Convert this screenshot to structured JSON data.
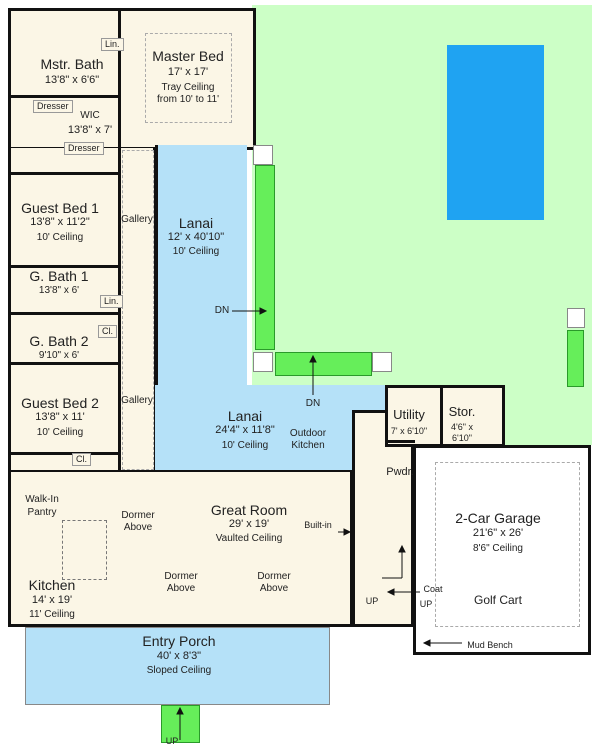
{
  "plan": {
    "colors": {
      "interior": "#fbf6e6",
      "covered_outdoor": "#b5e1f8",
      "lawn": "#ccffc6",
      "pool": "#1fa3f2",
      "steps": "#66ee5a",
      "walls": "#111111"
    },
    "rooms": {
      "master_bed": {
        "name": "Master Bed",
        "dims": "17' x 17'",
        "ceiling": "Tray Ceiling",
        "ceiling2": "from 10' to 11'"
      },
      "master_bath": {
        "name": "Mstr. Bath",
        "dims": "13'8\" x 6'6\""
      },
      "wic": {
        "name": "WIC",
        "dims": "13'8\" x 7'"
      },
      "guest_bed_1": {
        "name": "Guest Bed 1",
        "dims": "13'8\" x 11'2\"",
        "ceiling": "10' Ceiling"
      },
      "g_bath_1": {
        "name": "G. Bath 1",
        "dims": "13'8\" x 6'"
      },
      "g_bath_2": {
        "name": "G. Bath 2",
        "dims": "9'10\" x 6'"
      },
      "guest_bed_2": {
        "name": "Guest Bed 2",
        "dims": "13'8\" x 11'",
        "ceiling": "10' Ceiling"
      },
      "lanai_upper": {
        "name": "Lanai",
        "dims": "12' x 40'10\"",
        "ceiling": "10' Ceiling"
      },
      "lanai_lower": {
        "name": "Lanai",
        "dims": "24'4\" x 11'8\"",
        "ceiling": "10' Ceiling"
      },
      "outdoor_kitchen": {
        "name": "Outdoor",
        "name2": "Kitchen"
      },
      "utility": {
        "name": "Utility",
        "dims": "7' x 6'10\""
      },
      "stor": {
        "name": "Stor.",
        "dims": "4'6\" x",
        "dims2": "6'10\""
      },
      "pwdr": {
        "name": "Pwdr."
      },
      "great_room": {
        "name": "Great Room",
        "dims": "29' x 19'",
        "ceiling": "Vaulted Ceiling"
      },
      "kitchen": {
        "name": "Kitchen",
        "dims": "14' x 19'",
        "ceiling": "11' Ceiling"
      },
      "walk_in_pantry": {
        "name": "Walk-In",
        "name2": "Pantry"
      },
      "garage": {
        "name": "2-Car Garage",
        "dims": "21'6\" x 26'",
        "ceiling": "8'6\" Ceiling"
      },
      "golf_cart": {
        "name": "Golf Cart"
      },
      "entry_porch": {
        "name": "Entry Porch",
        "dims": "40' x 8'3\"",
        "ceiling": "Sloped Ceiling"
      }
    },
    "tags": {
      "lin": "Lin.",
      "dresser": "Dresser",
      "cl": "Cl.",
      "gallery": "Gallery",
      "dormer1": "Dormer",
      "dormer2": "Above",
      "built_in": "Built-in",
      "coat": "Coat",
      "mud_bench": "Mud Bench",
      "dn": "DN",
      "up": "UP"
    }
  }
}
